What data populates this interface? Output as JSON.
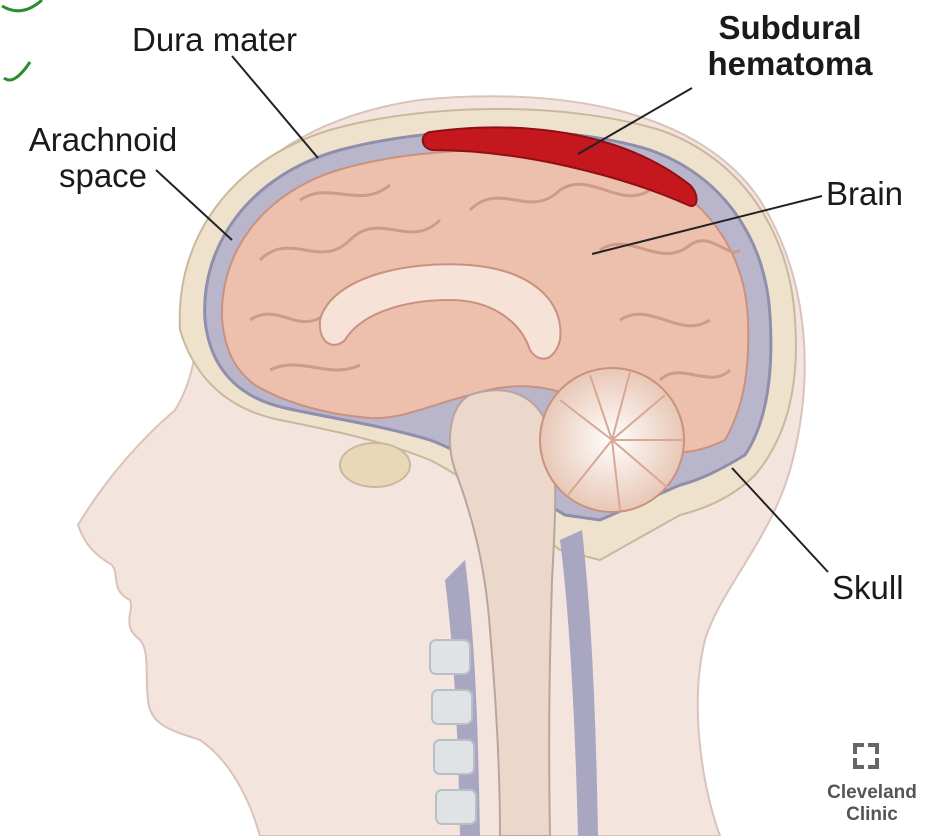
{
  "labels": {
    "dura_mater": "Dura mater",
    "subdural_line1": "Subdural",
    "subdural_line2": "hematoma",
    "arachnoid_line1": "Arachnoid",
    "arachnoid_line2": "space",
    "brain": "Brain",
    "skull": "Skull"
  },
  "logo": {
    "line1": "Cleveland",
    "line2": "Clinic"
  },
  "colors": {
    "hematoma": "#c4181e",
    "brain": "#ecc0ad",
    "skin": "#f3e4de",
    "bone": "#efe2cc",
    "dura": "#9a9cb8",
    "pen_marks": "#2e8b2e"
  }
}
